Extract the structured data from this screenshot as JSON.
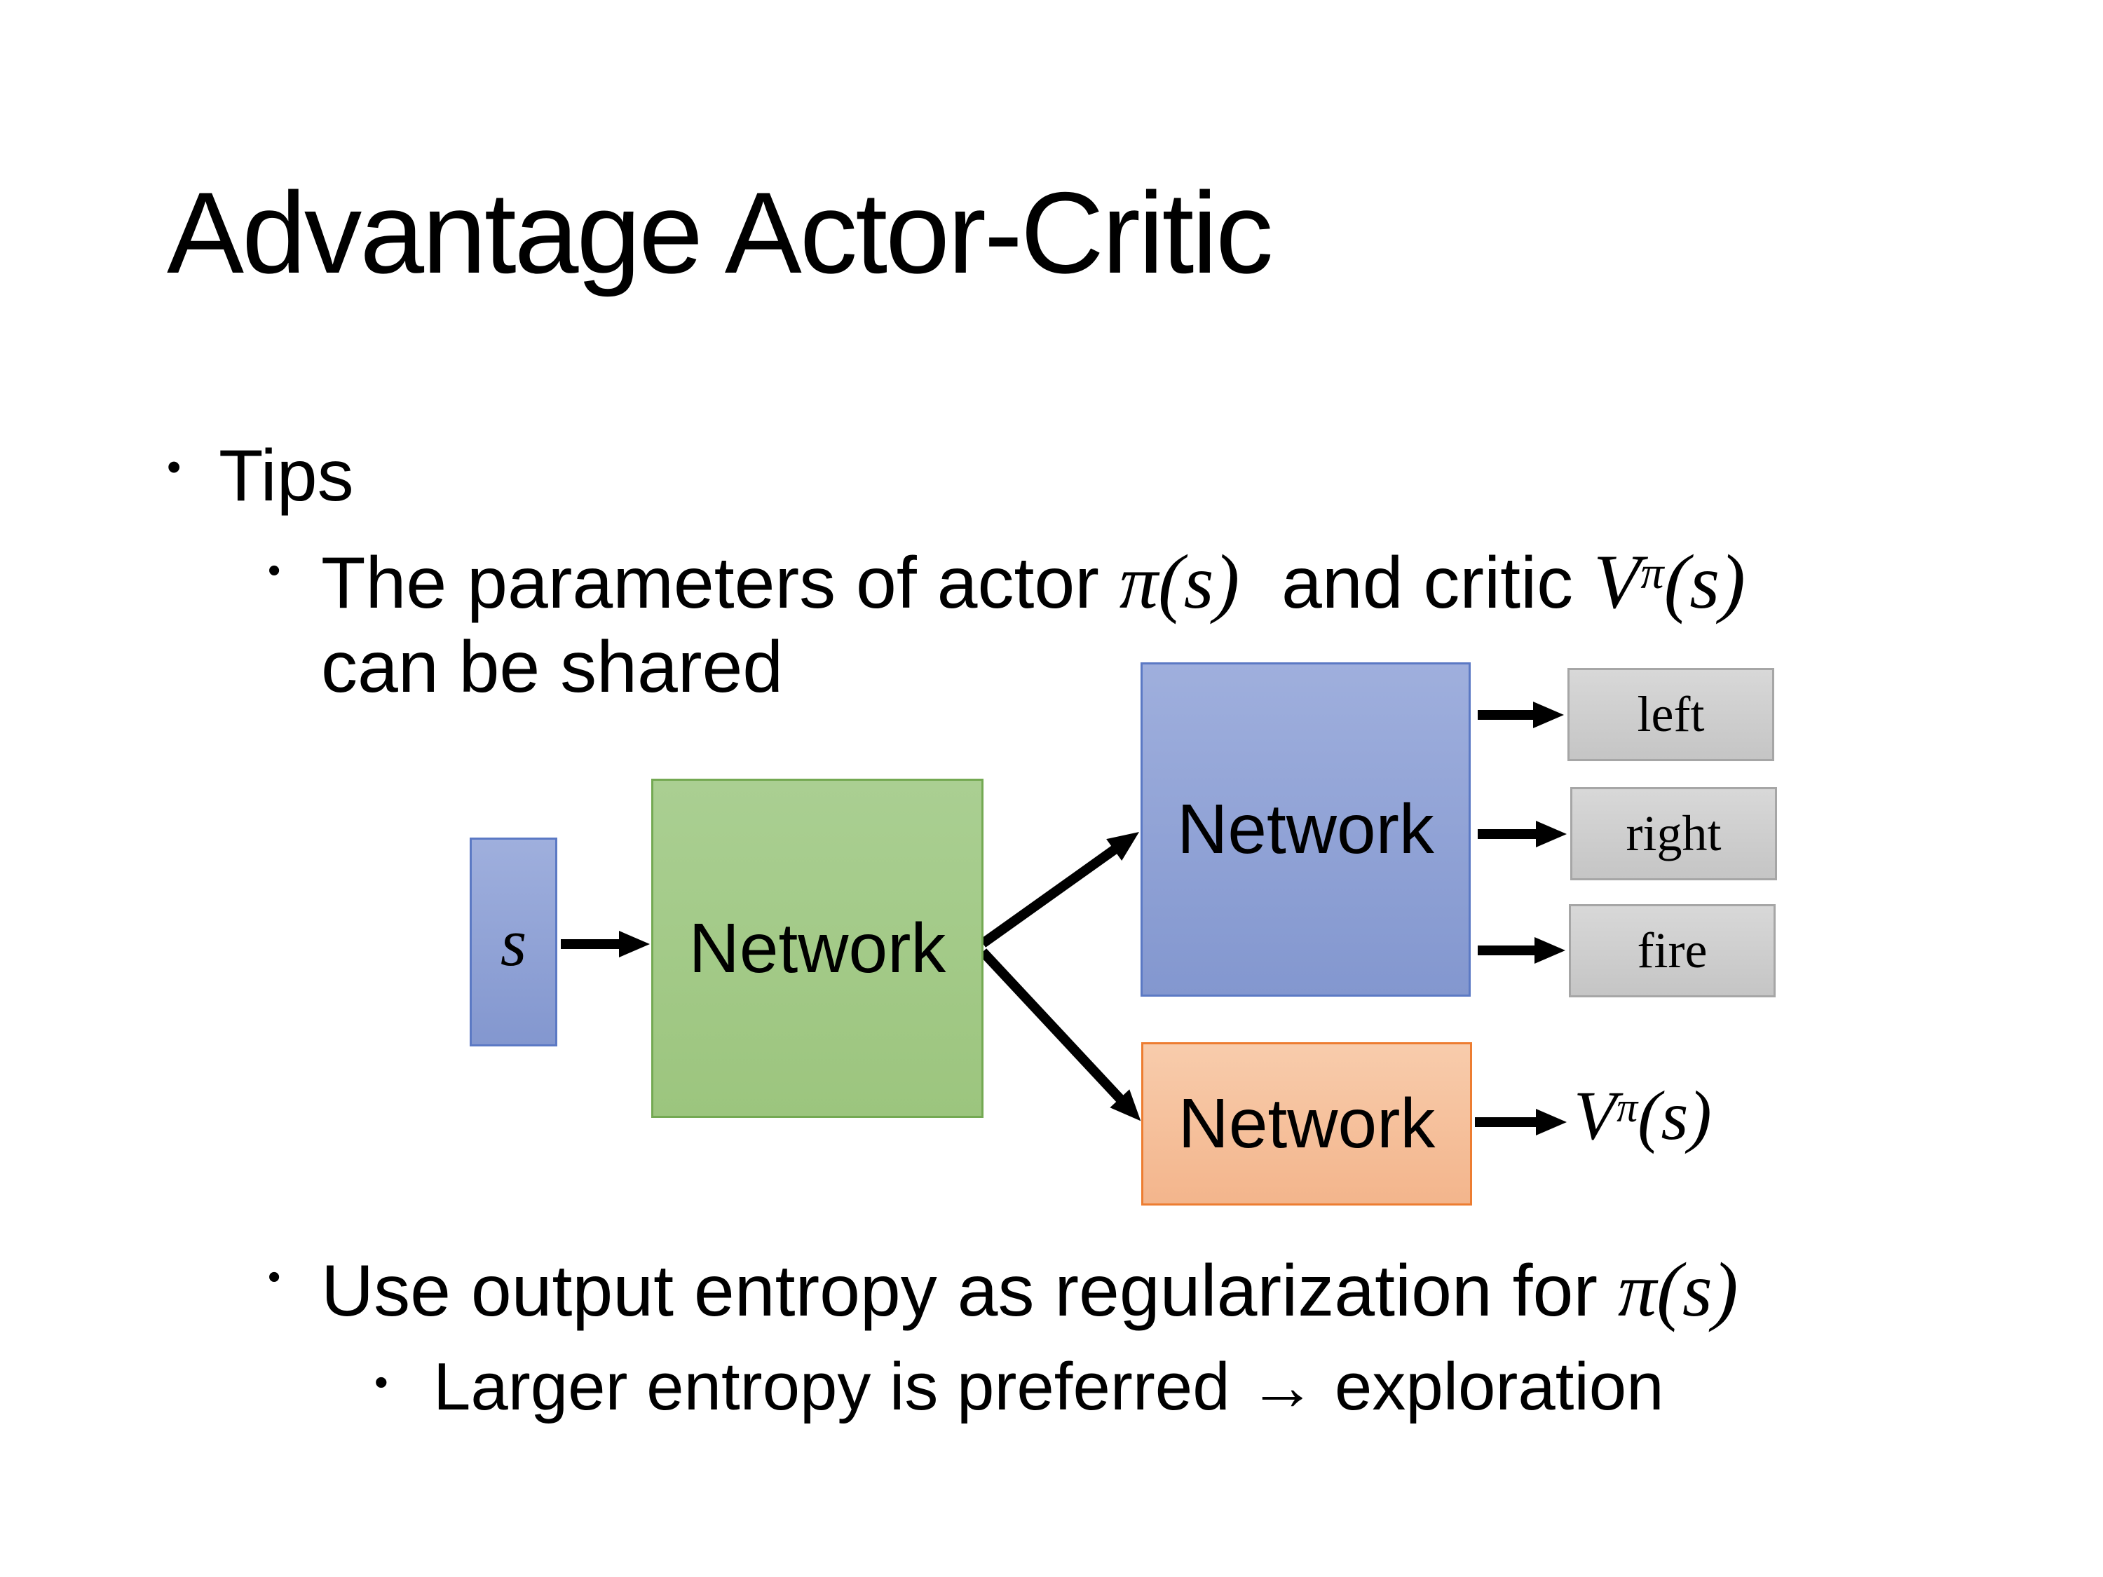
{
  "slide": {
    "title": "Advantage Actor-Critic",
    "bullet_glyph": "•",
    "tips": {
      "label": "Tips"
    },
    "param_line": {
      "pre": "The parameters of actor ",
      "actor_math": "π(s)",
      "mid": " and critic ",
      "critic_base": "V",
      "critic_sup": "π",
      "critic_args": "(s)",
      "line2": "can be shared"
    },
    "entropy_line": {
      "pre": "Use output entropy as regularization for ",
      "math": "π(s)"
    },
    "exploration_line": {
      "text": "Larger entropy is preferred → exploration"
    },
    "diagram": {
      "state_label": "s",
      "shared_network": "Network",
      "actor_network": "Network",
      "critic_network": "Network",
      "actions": [
        "left",
        "right",
        "fire"
      ],
      "value_base": "V",
      "value_sup": "π",
      "value_args": "(s)",
      "colors": {
        "blue-top": "#9FAFDD",
        "blue-bottom": "#8397CF",
        "blue-border": "#5B79C4",
        "green-top": "#AACF92",
        "green-bottom": "#9CC57E",
        "green-border": "#74A953",
        "orange-top": "#F8CCAC",
        "orange-bottom": "#F3B58C",
        "orange-border": "#ED7D31",
        "gray-top": "#D8D8D8",
        "gray-bottom": "#C5C5C5",
        "gray-border": "#A6A6A6",
        "arrow": "#000000"
      }
    }
  }
}
